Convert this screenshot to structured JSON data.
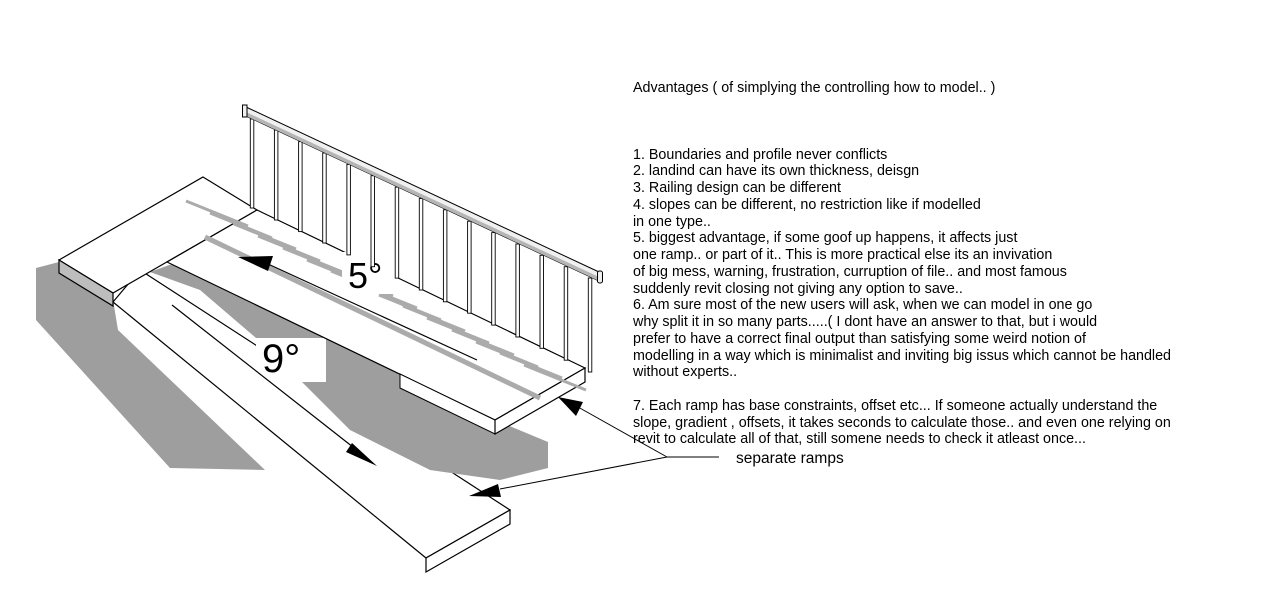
{
  "drawing": {
    "labels": {
      "upper_ramp_angle": "5°",
      "lower_ramp_angle": "9°"
    },
    "annotation": {
      "separate_ramps": "separate ramps"
    },
    "icons": [
      "up-slope-arrow",
      "down-slope-arrow",
      "leader-arrowhead"
    ],
    "colors": {
      "line": "#000000",
      "shadow": "#9e9e9e",
      "hatch": "#ababab",
      "rail_shade": "#b5b5b5",
      "landing_side": "#bdbdbd",
      "background": "#ffffff"
    }
  },
  "notes": {
    "title": "Advantages ( of simplying the controlling how to model.. )",
    "lines": [
      "1. Boundaries and profile never conflicts",
      "2. landind can have its own thickness, deisgn",
      "3. Railing design can be different",
      "4. slopes can be different, no restriction like if modelled",
      "in one type..",
      "5. biggest advantage, if some goof up happens, it affects just",
      "one ramp.. or part of it.. This is more practical else its an invivation",
      "of big mess, warning, frustration, curruption of file.. and most famous",
      "suddenly revit closing not giving any option to save..",
      "6. Am sure most of the new users will ask, when we can model in one go",
      "why split it in so many parts.....( I dont have an answer to that, but i would",
      "prefer to have a correct final output than satisfying some weird notion of",
      "modelling in a way which is minimalist and inviting big issus which cannot be handled",
      "without experts..",
      "",
      "7. Each ramp has base constraints, offset etc... If someone actually understand the",
      "slope, gradient , offsets, it takes seconds to calculate those.. and even one relying on",
      "revit to calculate all of that, still somene needs to check it atleast once..."
    ]
  }
}
